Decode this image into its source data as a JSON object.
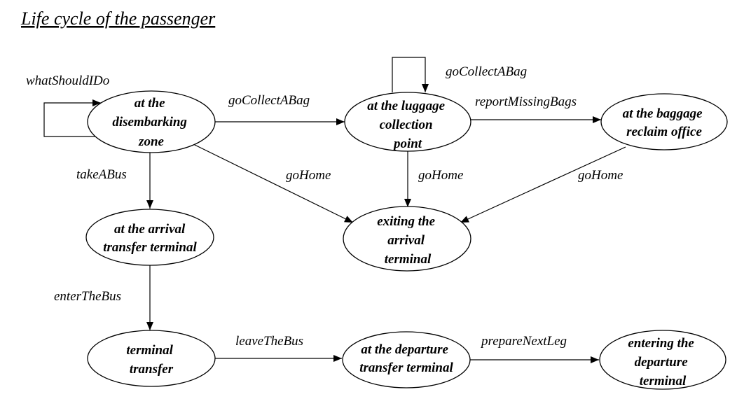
{
  "title": "Life cycle of the passenger",
  "states": {
    "disembarking": [
      "at the",
      "disembarking",
      "zone"
    ],
    "luggage_collection": [
      "at the luggage",
      "collection",
      "point"
    ],
    "baggage_reclaim": [
      "at the baggage",
      "reclaim office"
    ],
    "arrival_transfer": [
      "at the arrival",
      "transfer terminal"
    ],
    "exiting_arrival": [
      "exiting the",
      "arrival",
      "terminal"
    ],
    "terminal_transfer": [
      "terminal",
      "transfer"
    ],
    "departure_transfer": [
      "at the departure",
      "transfer terminal"
    ],
    "entering_departure": [
      "entering the",
      "departure",
      "terminal"
    ]
  },
  "transitions": {
    "what_should_i_do": "whatShouldIDo",
    "go_collect_a_bag_1": "goCollectABag",
    "go_collect_a_bag_self": "goCollectABag",
    "report_missing_bags": "reportMissingBags",
    "take_a_bus": "takeABus",
    "go_home_1": "goHome",
    "go_home_2": "goHome",
    "go_home_3": "goHome",
    "enter_the_bus": "enterTheBus",
    "leave_the_bus": "leaveTheBus",
    "prepare_next_leg": "prepareNextLeg"
  }
}
